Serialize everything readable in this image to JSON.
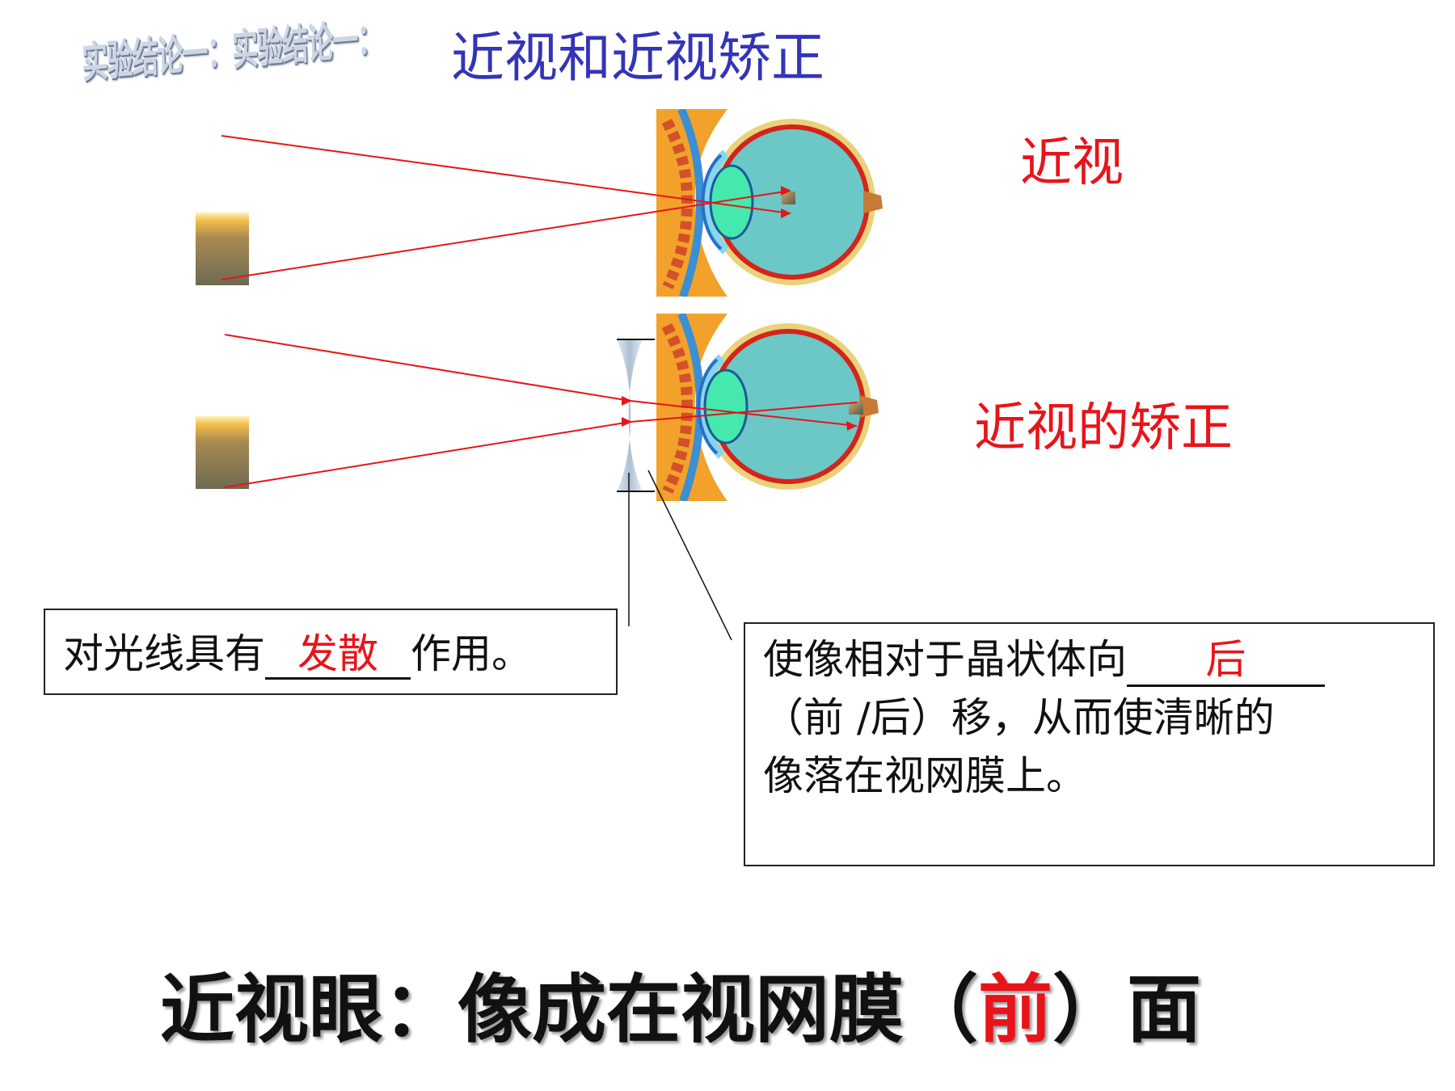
{
  "header": {
    "wordart": "实验结论一：实验结论一：",
    "title": "近视和近视矫正"
  },
  "labels": {
    "myopia": "近视",
    "correction": "近视的矫正"
  },
  "box_lens": {
    "prefix": "对光线具有",
    "answer": "发散",
    "suffix": "作用。"
  },
  "box_image": {
    "prefix": "使像相对于晶状体向",
    "answer": "后",
    "line2": "（前 /后）移，从而使清晰的",
    "line3": "像落在视网膜上。"
  },
  "conclusion": {
    "prefix": "近视眼：像成在视网膜（",
    "answer": "前",
    "suffix": "）面"
  },
  "colors": {
    "title_blue": "#3434b8",
    "answer_red": "#e8141a",
    "ray_red": "#e8141a",
    "eyeball_fill": "#6cc8c6",
    "lens_fill": "#45e8ad",
    "sclera_yellow": "#e9d27a",
    "choroid_red": "#d4241b"
  }
}
